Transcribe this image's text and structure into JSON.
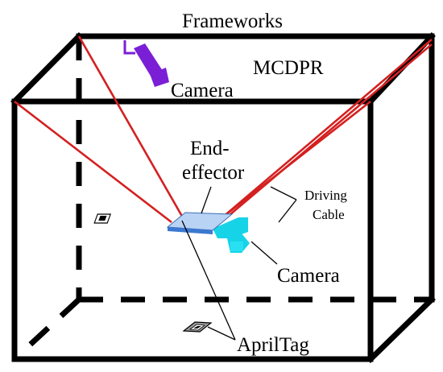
{
  "labels": {
    "frameworks": "Frameworks",
    "mcdpr": "MCDPR",
    "camera_top": "Camera",
    "end_effector_line1": "End-",
    "end_effector_line2": "effector",
    "driving_cable_line1": "Driving",
    "driving_cable_line2": "Cable",
    "camera_bottom": "Camera",
    "apriltag": "AprilTag"
  },
  "colors": {
    "frame": "#000000",
    "cable": "#d42020",
    "camera_top": "#7a1fd6",
    "camera_bottom": "#17d3e8",
    "end_effector": "#4a8ede",
    "tag": "#9a9a9a"
  },
  "icons": [
    "camera-top-icon",
    "camera-bottom-icon",
    "end-effector-plate",
    "apriltag-marker"
  ]
}
